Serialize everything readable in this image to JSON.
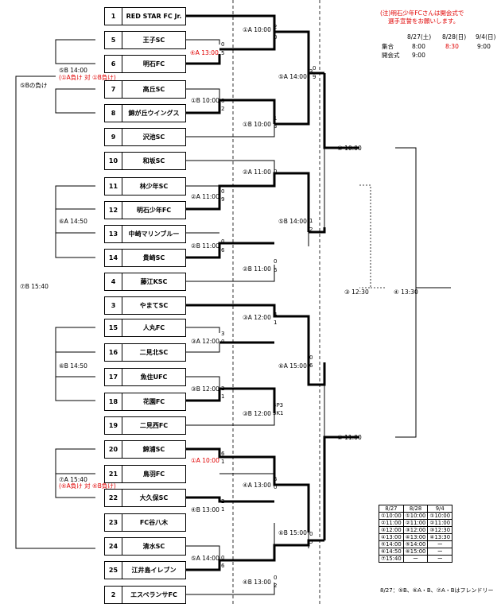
{
  "notice": {
    "line1": "(注)明石少年FCさんは開会式で",
    "line2": "選手宣誓をお願いします。"
  },
  "schedule_header": {
    "d1": "8/27(土)",
    "d2": "8/28(日)",
    "d3": "9/4(日)",
    "row1_label": "集合",
    "row1_d1": "8:00",
    "row1_d2": "8:30",
    "row1_d3": "9:00",
    "row2_label": "開会式",
    "row2_d1": "9:00"
  },
  "teams": [
    {
      "num": "1",
      "name": "RED STAR FC Jr."
    },
    {
      "num": "5",
      "name": "王子SC"
    },
    {
      "num": "6",
      "name": "明石FC"
    },
    {
      "num": "7",
      "name": "高丘SC"
    },
    {
      "num": "8",
      "name": "錦が丘ウイングス"
    },
    {
      "num": "9",
      "name": "沢池SC"
    },
    {
      "num": "10",
      "name": "和坂SC"
    },
    {
      "num": "11",
      "name": "林少年SC"
    },
    {
      "num": "12",
      "name": "明石少年FC"
    },
    {
      "num": "13",
      "name": "中崎マリンブルー"
    },
    {
      "num": "14",
      "name": "貴崎SC"
    },
    {
      "num": "4",
      "name": "藤江KSC"
    },
    {
      "num": "3",
      "name": "やまてSC"
    },
    {
      "num": "15",
      "name": "人丸FC"
    },
    {
      "num": "16",
      "name": "二見北SC"
    },
    {
      "num": "17",
      "name": "魚住UFC"
    },
    {
      "num": "18",
      "name": "花園FC"
    },
    {
      "num": "19",
      "name": "二見西FC"
    },
    {
      "num": "20",
      "name": "錦浦SC"
    },
    {
      "num": "21",
      "name": "鳥羽FC"
    },
    {
      "num": "22",
      "name": "大久保SC"
    },
    {
      "num": "23",
      "name": "FC谷八木"
    },
    {
      "num": "24",
      "name": "清水SC"
    },
    {
      "num": "25",
      "name": "江井島イレブン"
    },
    {
      "num": "2",
      "name": "エスペランサFC"
    }
  ],
  "matches": {
    "m_4a13": "④A 13:00",
    "m_1b10a": "①B 10:00",
    "m_1a10": "①A 10:00",
    "m_1b10b": "①B 10:00",
    "m_5a14": "⑤A 14:00",
    "m_2a11a": "②A 11:00",
    "m_2a11b": "②A 11:00",
    "m_2b11a": "②B 11:00",
    "m_2b11b": "②B 11:00",
    "m_5b14": "⑤B 14:00",
    "m_3a12a": "③A 12:00",
    "m_3a12b": "③A 12:00",
    "m_3b12a": "③B 12:00",
    "m_3b12b": "③B 12:00",
    "m_6a15": "⑥A 15:00",
    "m_1a10r": "①A 10:00",
    "m_4a13b": "④A 13:00",
    "m_4b13a": "④B 13:00",
    "m_5a14b": "⑤A 14:00",
    "m_4b13b": "④B 13:00",
    "m_6b15": "⑥B 15:00",
    "sf1": "① 10:00",
    "sf2": "② 11:00",
    "third": "③ 12:30",
    "final": "④ 13:30",
    "fr_5b": "⑤B 14:00",
    "fr_5b_sub": "(①A負け 対 ①B負け)",
    "fr_5b_loser": "⑤Bの負け",
    "fr_6a": "⑥A 14:50",
    "fr_7b": "⑦B 15:40",
    "fr_6b": "⑥B 14:50",
    "fr_7a": "⑦A 15:40",
    "fr_7a_sub": "(④A負け 対 ④B負け)"
  },
  "scores": {
    "s1": "0",
    "s2": "5",
    "s3": "8",
    "s4": "2",
    "s5": "2",
    "s6": "0",
    "s7": "1",
    "s8": "3",
    "s9": "3",
    "s10": "0",
    "s11": "0",
    "s12": "9",
    "s13": "0",
    "s14": "6",
    "s15": "0",
    "s16": "6",
    "s17": "1",
    "s18": "2",
    "s19": "4",
    "s20": "1",
    "s21": "3",
    "s22": "0",
    "s23": "2",
    "s24": "1",
    "s25": "0",
    "s26": "6",
    "s27": "3P3",
    "s28": "3K1",
    "s29": "6",
    "s30": "1",
    "s31": "6",
    "s32": "0",
    "s33": "2",
    "s34": "1",
    "s35": "0",
    "s36": "6",
    "s37": "0",
    "s38": "2",
    "s39": "0",
    "s40": "5",
    "s41": "0",
    "s42": "9"
  },
  "table": {
    "headers": [
      "8/27",
      "8/28",
      "9/4"
    ],
    "rows": [
      [
        "①10:00",
        "①10:00",
        "①10:00"
      ],
      [
        "②11:00",
        "②11:00",
        "②11:00"
      ],
      [
        "③12:00",
        "③12:00",
        "③12:30"
      ],
      [
        "④13:00",
        "④13:00",
        "④13:30"
      ],
      [
        "⑤14:00",
        "⑤14:00",
        "ー"
      ],
      [
        "⑥14:50",
        "⑥15:00",
        "ー"
      ],
      [
        "⑦15:40",
        "ー",
        "ー"
      ]
    ]
  },
  "footnote": "8/27：⑤B、⑥A・B、⑦A・Bはフレンドリー",
  "colors": {
    "accent": "#e00000",
    "line": "#000000"
  }
}
